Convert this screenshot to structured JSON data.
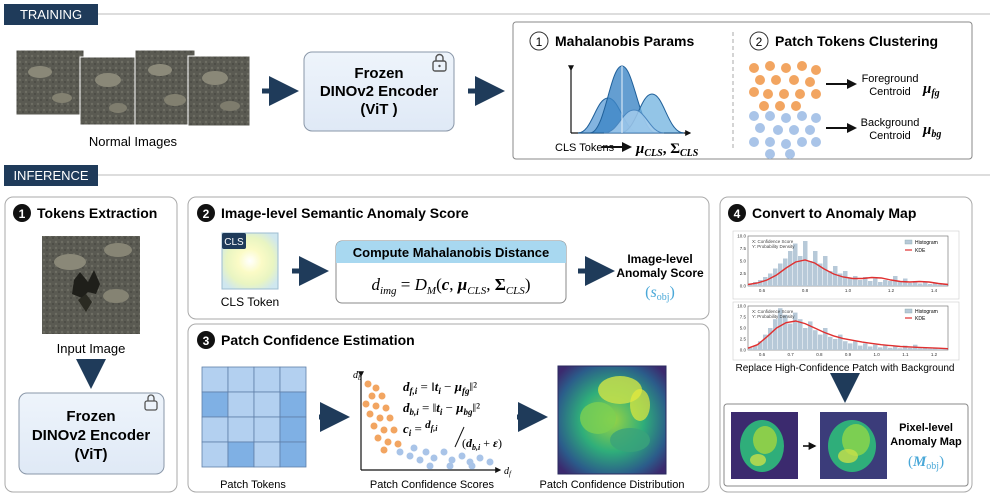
{
  "training": {
    "tag": "TRAINING",
    "normal_images_label": "Normal Images",
    "encoder_line1": "Frozen",
    "encoder_line2": "DINOv2 Encoder",
    "encoder_line3": "(ViT )",
    "mahal_num": "1",
    "mahal_title": "Mahalanobis Params",
    "cls_tokens": "CLS Tokens",
    "mu_cls": "μ",
    "mu_cls_sub": "CLS",
    "sigma": "Σ",
    "sigma_sub": "CLS",
    "clust_num": "2",
    "clust_title": "Patch Tokens Clustering",
    "fg_line1": "Foreground",
    "fg_line2": "Centroid",
    "mu_fg_sub": "fg",
    "bg_line1": "Background",
    "bg_line2": "Centroid",
    "mu_bg_sub": "bg"
  },
  "inference": {
    "tag": "INFERENCE",
    "tokens": {
      "num": "1",
      "title": "Tokens Extraction",
      "input_label": "Input Image",
      "enc_line1": "Frozen",
      "enc_line2": "DINOv2 Encoder",
      "enc_line3": "(ViT)"
    },
    "semantic": {
      "num": "2",
      "title": "Image-level Semantic Anomaly Score",
      "cls_badge": "CLS",
      "cls_label": "CLS Token",
      "compute_title": "Compute Mahalanobis Distance",
      "d_img": "d",
      "d_img_sub": "img",
      "d_m": "D",
      "d_m_sub": "M",
      "c": "c",
      "mu": "μ",
      "cls_sub": "CLS",
      "sigma": "Σ",
      "out_line1": "Image-level",
      "out_line2": "Anomaly Score",
      "s": "s",
      "s_sub": "obj"
    },
    "patch": {
      "num": "3",
      "title": "Patch Confidence Estimation",
      "patch_tokens": "Patch Tokens",
      "axis_b": "d",
      "axis_b_sub": "b",
      "axis_f": "d",
      "axis_f_sub": "f",
      "scores_label": "Patch Confidence Scores",
      "dist_label": "Patch Confidence Distribution",
      "d_fi_sub": "f,i",
      "d_bi_sub": "b,i",
      "c_i_sub": "i",
      "t_i_sub": "i",
      "mu_fg_sub": "fg",
      "mu_bg_sub": "bg",
      "eps": "ε"
    },
    "anomaly": {
      "num": "4",
      "title": "Convert to Anomaly Map",
      "replace_label": "Replace High-Confidence Patch with Background",
      "legend_hist": "Histogram",
      "legend_kde": "KDE",
      "x_label": "X: Confidence Score",
      "y_label": "Y: Probability Density",
      "chart1_yticks": [
        "10.0",
        "7.5",
        "5.0",
        "2.5",
        "0.0"
      ],
      "chart1_xticks": [
        "0.6",
        "0.8",
        "1.0",
        "1.2",
        "1.4"
      ],
      "chart2_yticks": [
        "10.0",
        "7.5",
        "5.0",
        "2.5",
        "0.0"
      ],
      "chart2_xticks": [
        "0.6",
        "0.7",
        "0.8",
        "0.9",
        "1.0",
        "1.1",
        "1.2"
      ],
      "out_line1": "Pixel-level",
      "out_line2": "Anomaly Map",
      "M": "M",
      "M_sub": "obj"
    }
  },
  "colors": {
    "tag_bg": "#1f3b5a",
    "arrow": "#1f3b5a",
    "encoder_fill": "#e6eef8",
    "orange": "#f2a561",
    "blue_dot": "#a9c4e8",
    "red": "#e03030",
    "cyan": "#4aa8d8",
    "gauss": "#2e7bbf"
  }
}
